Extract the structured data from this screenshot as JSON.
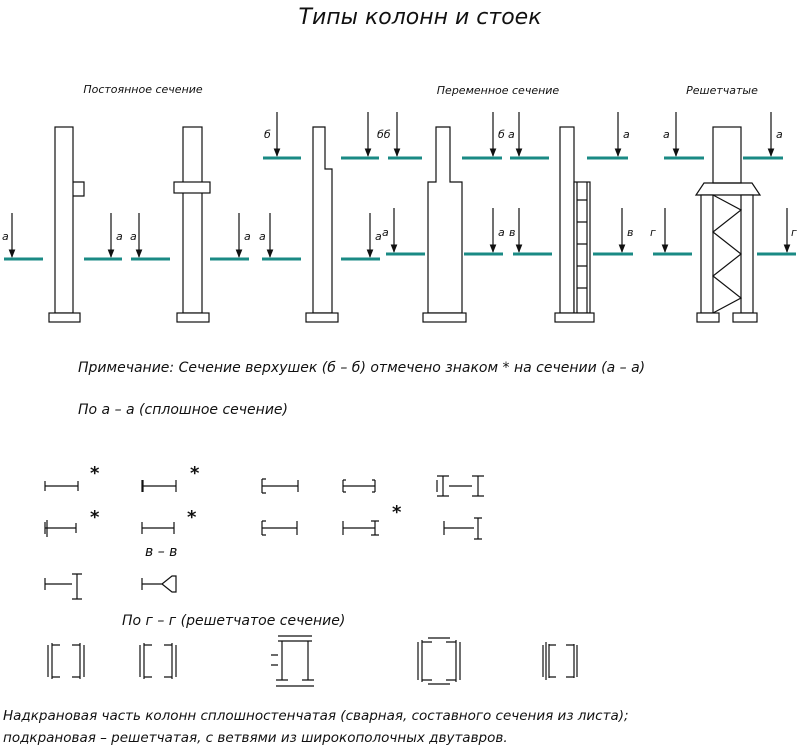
{
  "title": "Типы колонн и стоек",
  "groups": {
    "constant": "Постоянное сечение",
    "variable": "Переменное сечение",
    "lattice": "Решетчатые"
  },
  "cut_labels": {
    "a": "а",
    "b": "б",
    "bb": "бб",
    "v": "в",
    "g": "г"
  },
  "star": "*",
  "note": "Примечание: Сечение верхушек (б – б) отмечено знаком * на сечении (а – а)",
  "section_aa": "По а – а (сплошное сечение)",
  "section_vv": "в – в",
  "section_gg": "По г – г (решетчатое сечение)",
  "footer_line1": "Надкрановая часть колонн сплошностенчатая (сварная, составного сечения из листа);",
  "footer_line2": "подкрановая – решетчатая, с ветвями из широкополочных двутавров.",
  "colors": {
    "cut_line": "#1a8a84",
    "ink": "#111111"
  }
}
